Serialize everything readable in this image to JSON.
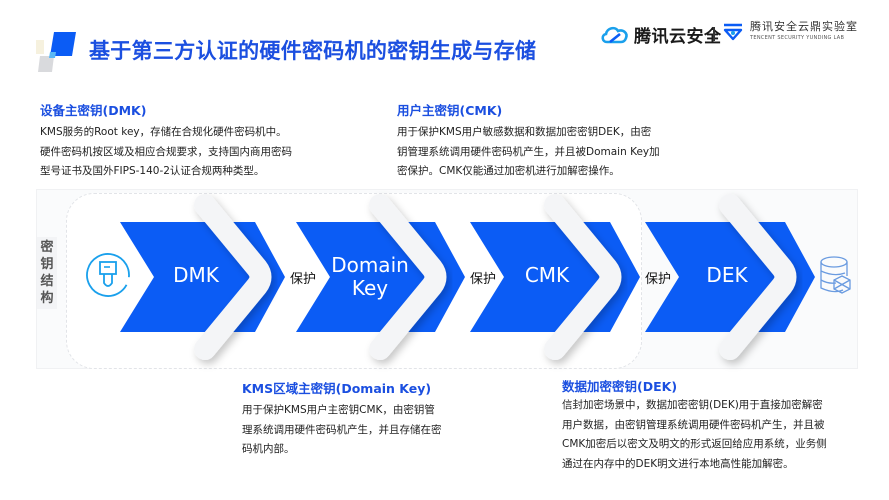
{
  "header": {
    "title": "基于第三方认证的硬件密码机的密钥生成与存储",
    "logo_tencent": "腾讯云安全",
    "logo_lab_cn": "腾讯安全云鼎实验室",
    "logo_lab_en": "TENCENT SECURITY YUNDING LAB"
  },
  "colors": {
    "primary_blue": "#0b5cf5",
    "title_blue": "#1b4fe0",
    "icon_blue": "#1aa0ec"
  },
  "diagram": {
    "side_label": [
      "密",
      "钥",
      "结",
      "构"
    ],
    "start_icon": "usb-key-icon",
    "end_icon": "database-icon",
    "nodes": [
      {
        "label": "DMK"
      },
      {
        "label_line1": "Domain",
        "label_line2": "Key"
      },
      {
        "label": "CMK"
      },
      {
        "label": "DEK"
      }
    ],
    "connectors": [
      "保护",
      "保护",
      "保护"
    ]
  },
  "descriptions": {
    "dmk": {
      "title": "设备主密钥(DMK)",
      "lines": [
        "KMS服务的Root key，存储在合规化硬件密码机中。",
        "硬件密码机按区域及相应合规要求，支持国内商用密码",
        "型号证书及国外FIPS-140-2认证合规两种类型。"
      ]
    },
    "cmk": {
      "title": "用户主密钥(CMK)",
      "lines": [
        "用于保护KMS用户敏感数据和数据加密密钥DEK，由密",
        "钥管理系统调用硬件密码机产生，并且被Domain Key加",
        "密保护。CMK仅能通过加密机进行加解密操作。"
      ]
    },
    "domain_key": {
      "title": "KMS区域主密钥(Domain Key)",
      "lines": [
        "用于保护KMS用户主密钥CMK，由密钥管",
        "理系统调用硬件密码机产生，并且存储在密",
        "码机内部。"
      ]
    },
    "dek": {
      "title": "数据加密密钥(DEK)",
      "lines": [
        "信封加密场景中，数据加密密钥(DEK)用于直接加密解密",
        "用户数据，由密钥管理系统调用硬件密码机产生，并且被",
        "CMK加密后以密文及明文的形式返回给应用系统，业务侧",
        "通过在内存中的DEK明文进行本地高性能加解密。"
      ]
    }
  }
}
